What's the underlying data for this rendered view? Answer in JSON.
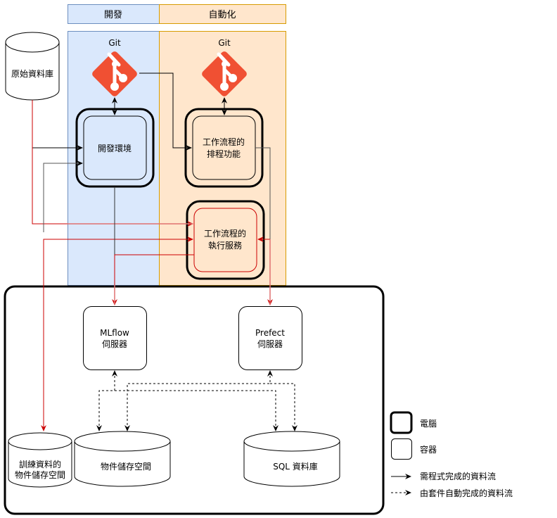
{
  "lanes": {
    "dev": {
      "header": "開發",
      "fill": "#dae8fc",
      "stroke": "#6c8ebf"
    },
    "auto": {
      "header": "自動化",
      "fill": "#ffe6cc",
      "stroke": "#d79b00"
    }
  },
  "git": {
    "dev_label": "Git",
    "auto_label": "Git",
    "color": "#f05033"
  },
  "nodes": {
    "raw_db": "原始資料庫",
    "dev_env": "開發環境",
    "scheduler": [
      "工作流程的",
      "排程功能"
    ],
    "executor": [
      "工作流程的",
      "執行服務"
    ],
    "mlflow": [
      "MLflow",
      "伺服器"
    ],
    "prefect": [
      "Prefect",
      "伺服器"
    ],
    "training_store": [
      "訓練資料的",
      "物件儲存空間"
    ],
    "object_store": "物件儲存空間",
    "sql_db": "SQL 資料庫"
  },
  "colors": {
    "red_flow": "#cc0000",
    "red_flow_light": "#e07070",
    "gray_flow": "#777777"
  },
  "legend": {
    "computer": "電腦",
    "container": "容器",
    "manual_flow": "需程式完成的資料流",
    "auto_flow": "由套件自動完成的資料流"
  }
}
